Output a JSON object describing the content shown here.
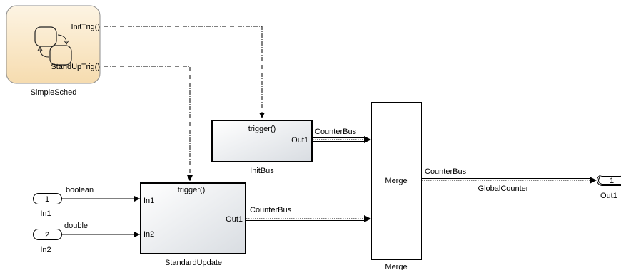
{
  "chart": {
    "name": "SimpleSched",
    "events": [
      "InitTrig()",
      "StandUpTrig()"
    ]
  },
  "blocks": {
    "init_bus": {
      "name": "InitBus",
      "trigger": "trigger()",
      "out_port": "Out1"
    },
    "standard_update": {
      "name": "StandardUpdate",
      "trigger": "trigger()",
      "in_ports": [
        "In1",
        "In2"
      ],
      "out_port": "Out1"
    },
    "merge": {
      "name": "Merge",
      "label": "Merge"
    }
  },
  "inports": [
    {
      "number": "1",
      "name": "In1"
    },
    {
      "number": "2",
      "name": "In2"
    }
  ],
  "outport": {
    "number": "1",
    "name": "Out1"
  },
  "signals": {
    "in1": "boolean",
    "in2": "double",
    "initbus_out": "CounterBus",
    "standard_out": "CounterBus",
    "merge_out_type": "CounterBus",
    "merge_out_name": "GlobalCounter"
  }
}
